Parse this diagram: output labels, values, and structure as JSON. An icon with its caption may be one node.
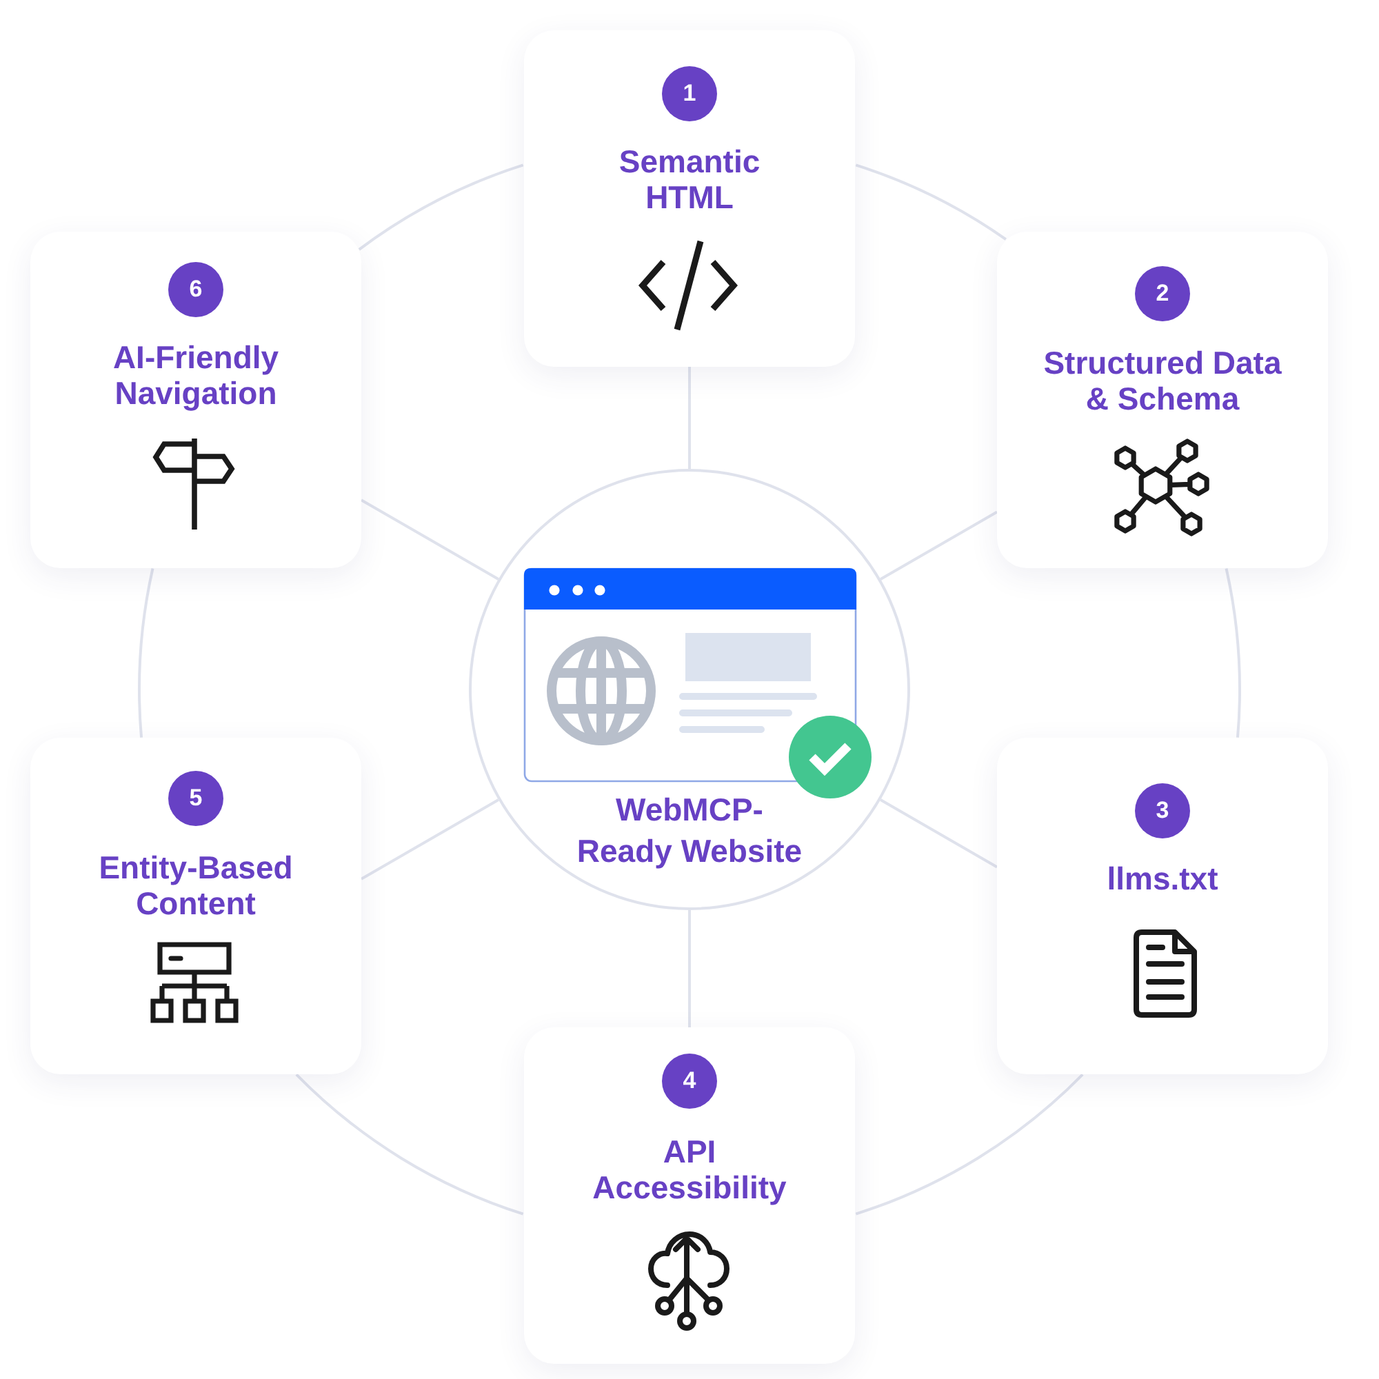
{
  "diagram": {
    "nodes": [
      {
        "text": [
          "1",
          "Semantic HTML"
        ]
      },
      {
        "text": [
          "2",
          "Structured Data & Schema"
        ]
      },
      {
        "text": [
          "3",
          "llms.txt"
        ]
      },
      {
        "text": [
          "4",
          "API Accessibility"
        ]
      },
      {
        "text": [
          "5",
          "Entity-Based Content"
        ]
      },
      {
        "text": [
          "6",
          "AI-Friendly Navigation"
        ]
      },
      {
        "text": [
          "WebMCP-Ready Website"
        ]
      }
    ],
    "edges": [
      {
        "from": 6,
        "to": 0,
        "arrow": "none"
      },
      {
        "from": 6,
        "to": 1,
        "arrow": "none"
      },
      {
        "from": 6,
        "to": 2,
        "arrow": "none"
      },
      {
        "from": 6,
        "to": 3,
        "arrow": "none"
      },
      {
        "from": 6,
        "to": 4,
        "arrow": "none"
      },
      {
        "from": 6,
        "to": 5,
        "arrow": "none"
      },
      {
        "from": 0,
        "to": 1,
        "arrow": "none"
      },
      {
        "from": 1,
        "to": 2,
        "arrow": "none"
      },
      {
        "from": 2,
        "to": 3,
        "arrow": "none"
      },
      {
        "from": 3,
        "to": 4,
        "arrow": "none"
      },
      {
        "from": 4,
        "to": 5,
        "arrow": "none"
      },
      {
        "from": 5,
        "to": 0,
        "arrow": "none"
      }
    ]
  }
}
